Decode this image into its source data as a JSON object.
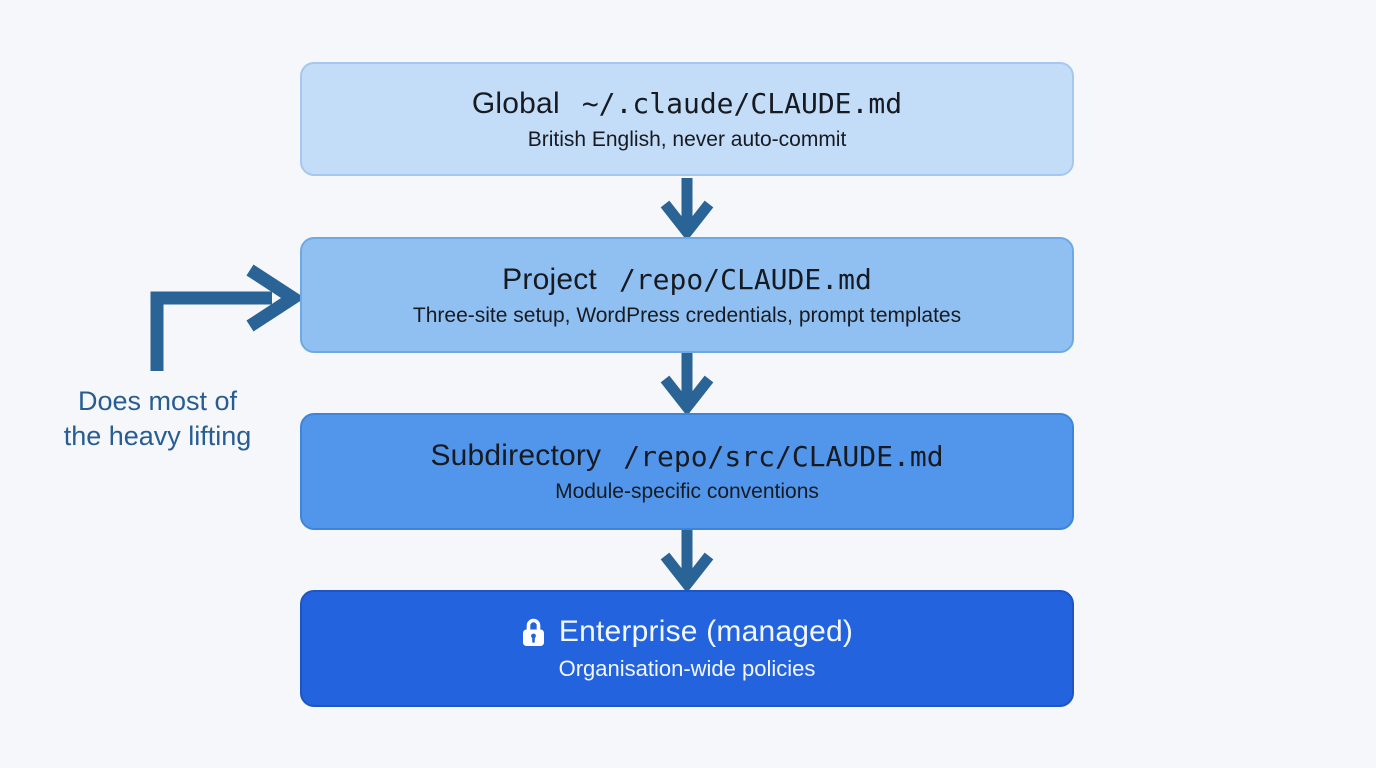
{
  "annotation": {
    "line1": "Does most of",
    "line2": "the heavy lifting"
  },
  "boxes": [
    {
      "id": "global",
      "title_plain": "Global",
      "title_mono": "~/.claude/CLAUDE.md",
      "subtitle": "British English, never auto-commit"
    },
    {
      "id": "project",
      "title_plain": "Project",
      "title_mono": "/repo/CLAUDE.md",
      "subtitle": "Three-site setup, WordPress credentials, prompt templates"
    },
    {
      "id": "subdirectory",
      "title_plain": "Subdirectory",
      "title_mono": "/repo/src/CLAUDE.md",
      "subtitle": "Module-specific conventions"
    },
    {
      "id": "enterprise",
      "icon": "lock-icon",
      "title_plain": "Enterprise (managed)",
      "subtitle": "Organisation-wide policies"
    }
  ],
  "colors": {
    "bg": "#f5f7fa",
    "box1-fill": "#c3dcf8",
    "box1-border": "#a6c8ef",
    "box2-fill": "#90c0f2",
    "box2-border": "#6fa9e3",
    "box3-fill": "#5296eb",
    "box3-border": "#3d85db",
    "box4-fill": "#2463de",
    "box4-border": "#1d55c4",
    "arrow": "#2a6396",
    "annotation-text": "#275d92",
    "dark-text": "#171b21",
    "light-text": "#f2f7fd"
  }
}
